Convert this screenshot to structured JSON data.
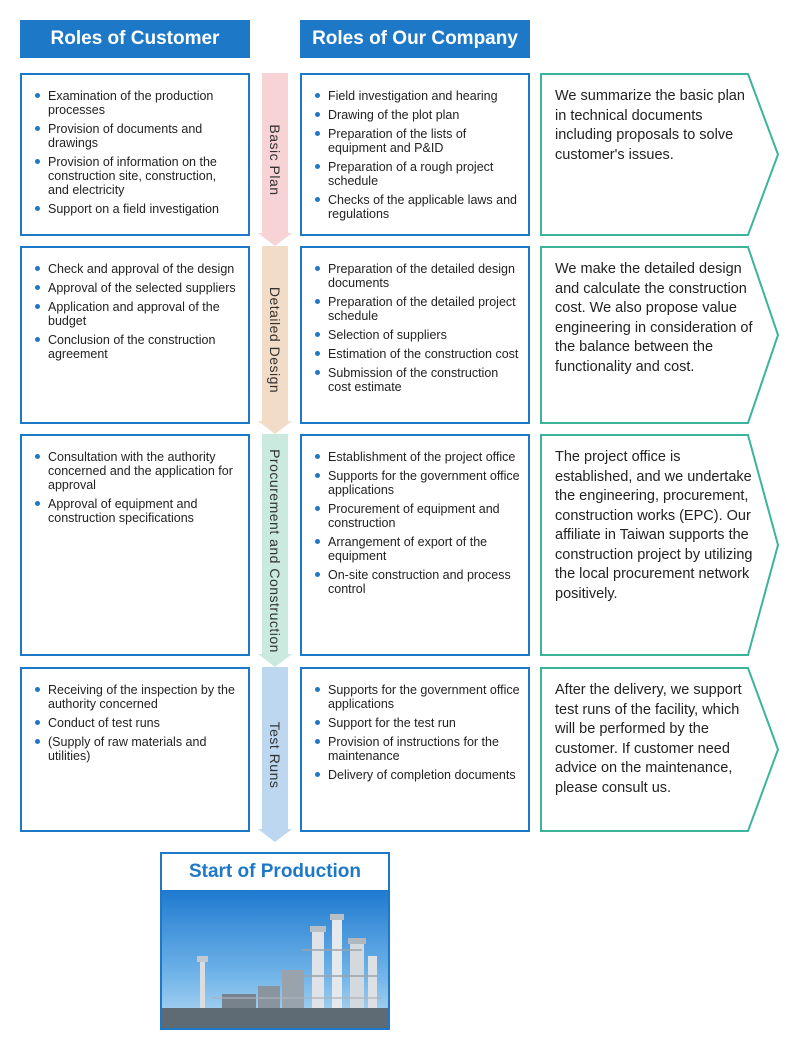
{
  "headers": {
    "customer": "Roles of Customer",
    "company": "Roles of Our Company"
  },
  "stages": [
    {
      "label": "Basic Plan",
      "color": "#f7d3d6",
      "customer": [
        "Examination of the production processes",
        "Provision of documents and drawings",
        "Provision of information on the construction site, construction, and electricity",
        "Support on a field investigation"
      ],
      "company": [
        "Field investigation and hearing",
        "Drawing of the plot plan",
        "Preparation of the lists of equipment and P&ID",
        "Preparation of a rough project schedule",
        "Checks of the applicable laws and regulations"
      ],
      "description": "We summarize the basic plan in technical documents including proposals to solve customer's issues."
    },
    {
      "label": "Detailed Design",
      "color": "#f2dcc7",
      "customer": [
        "Check and approval of the design",
        "Approval of the selected suppliers",
        "Application and approval of the budget",
        "Conclusion of the construction agreement"
      ],
      "company": [
        "Preparation of the detailed design documents",
        "Preparation of the detailed project schedule",
        "Selection of suppliers",
        "Estimation of the construction cost",
        "Submission of the construction cost estimate"
      ],
      "description": "We make the detailed design and calculate the construction cost. We also propose value engineering in consideration of the balance between the functionality and cost."
    },
    {
      "label": "Procurement and Construction",
      "color": "#cbeadf",
      "customer": [
        "Consultation with the authority concerned and the application for approval",
        "Approval of equipment and construction specifications"
      ],
      "company": [
        "Establishment of the project office",
        "Supports for the government office applications",
        "Procurement of equipment and construction",
        "Arrangement of export of the equipment",
        "On-site construction and process control"
      ],
      "description": "The project office is established, and we undertake the engineering, procurement, construction works (EPC). Our affiliate in Taiwan supports the construction project by utilizing the local procurement network positively."
    },
    {
      "label": "Test Runs",
      "color": "#bcd7ef",
      "customer": [
        "Receiving of the inspection by the authority concerned",
        "Conduct of test runs",
        "(Supply of raw materials and utilities)"
      ],
      "company": [
        "Supports for the government office applications",
        "Support for the test run",
        "Provision of instructions for the maintenance",
        "Delivery of completion documents"
      ],
      "description": "After the delivery, we support test runs of the facility, which will be performed by the customer. If customer need advice on the maintenance, please consult us."
    }
  ],
  "final": {
    "title": "Start of Production"
  },
  "colors": {
    "accent": "#1e78c8",
    "description_border": "#3cb49a"
  }
}
